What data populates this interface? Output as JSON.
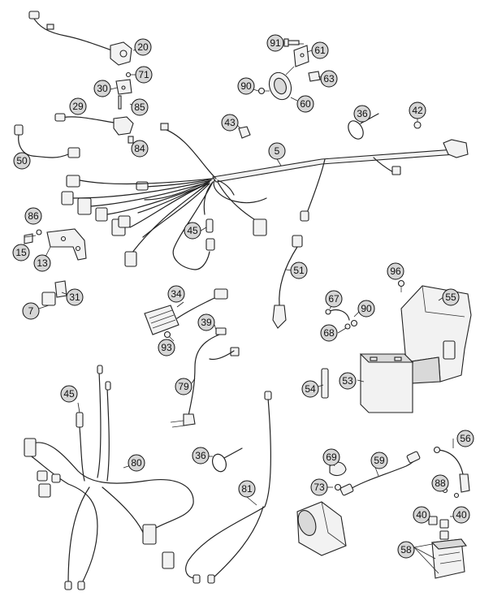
{
  "callouts": {
    "c20": "20",
    "c71": "71",
    "c30": "30",
    "c29": "29",
    "c85": "85",
    "c84": "84",
    "c50": "50",
    "c91": "91",
    "c61": "61",
    "c63": "63",
    "c90a": "90",
    "c60": "60",
    "c43": "43",
    "c36a": "36",
    "c42": "42",
    "c5": "5",
    "c86": "86",
    "c15": "15",
    "c13": "13",
    "c45a": "45",
    "c51": "51",
    "c96": "96",
    "c55": "55",
    "c7": "7",
    "c31": "31",
    "c34": "34",
    "c39": "39",
    "c93": "93",
    "c67": "67",
    "c90b": "90",
    "c68": "68",
    "c79": "79",
    "c54": "54",
    "c53": "53",
    "c45b": "45",
    "c36b": "36",
    "c80": "80",
    "c69": "69",
    "c59": "59",
    "c56": "56",
    "c73": "73",
    "c81": "81",
    "c88": "88",
    "c40a": "40",
    "c40b": "40",
    "c58": "58"
  }
}
